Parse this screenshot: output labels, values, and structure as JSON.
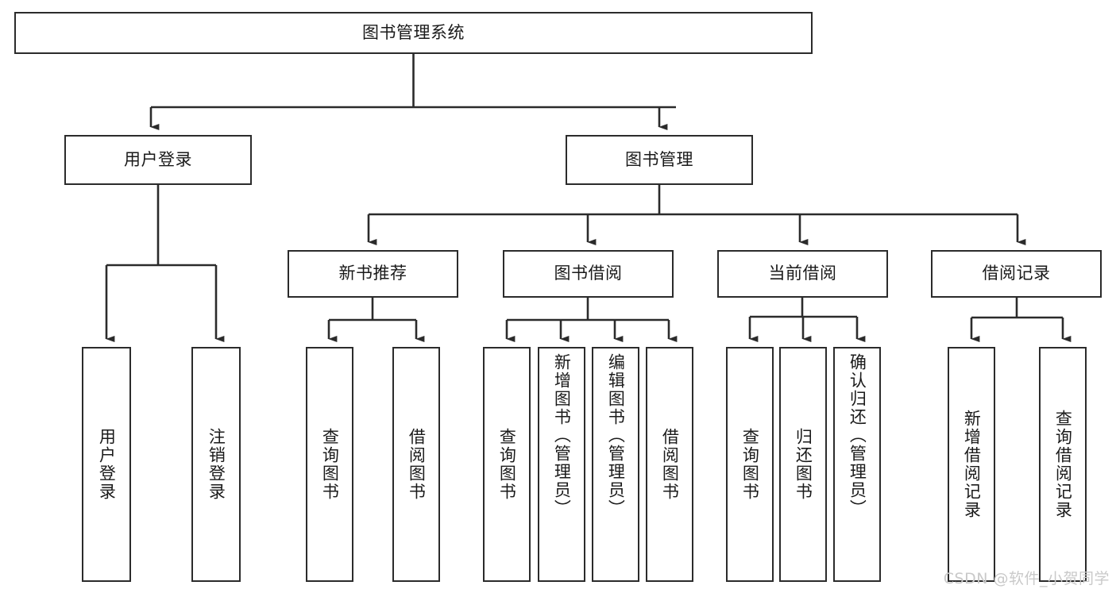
{
  "diagram": {
    "type": "tree-hierarchy",
    "title": "图书管理系统",
    "orientation": "top-down",
    "background_color": "#ffffff",
    "box_border_color": "#2b2b2b",
    "connector_color": "#2b2b2b",
    "text_color": "#1a1a1a",
    "root": {
      "id": "root",
      "label": "图书管理系统",
      "text_direction": "horizontal"
    },
    "level2": [
      {
        "id": "user-login",
        "label": "用户登录",
        "text_direction": "horizontal"
      },
      {
        "id": "book-manage",
        "label": "图书管理",
        "text_direction": "horizontal"
      }
    ],
    "level3": [
      {
        "id": "new-book-recommend",
        "label": "新书推荐",
        "parent": "book-manage",
        "text_direction": "horizontal"
      },
      {
        "id": "book-borrow",
        "label": "图书借阅",
        "parent": "book-manage",
        "text_direction": "horizontal"
      },
      {
        "id": "current-borrow",
        "label": "当前借阅",
        "parent": "book-manage",
        "text_direction": "horizontal"
      },
      {
        "id": "borrow-record",
        "label": "借阅记录",
        "parent": "book-manage",
        "text_direction": "horizontal"
      }
    ],
    "leaves": [
      {
        "id": "leaf-user-login",
        "label": "用户登录",
        "parent": "user-login",
        "text_direction": "vertical"
      },
      {
        "id": "leaf-user-logout",
        "label": "注销登录",
        "parent": "user-login",
        "text_direction": "vertical"
      },
      {
        "id": "leaf-query-book-1",
        "label": "查询图书",
        "parent": "new-book-recommend",
        "text_direction": "vertical"
      },
      {
        "id": "leaf-borrow-book-1",
        "label": "借阅图书",
        "parent": "new-book-recommend",
        "text_direction": "vertical"
      },
      {
        "id": "leaf-query-book-2",
        "label": "查询图书",
        "parent": "book-borrow",
        "text_direction": "vertical"
      },
      {
        "id": "leaf-add-book",
        "label": "新增图书（管理员）",
        "parent": "book-borrow",
        "text_direction": "vertical"
      },
      {
        "id": "leaf-edit-book",
        "label": "编辑图书（管理员）",
        "parent": "book-borrow",
        "text_direction": "vertical"
      },
      {
        "id": "leaf-borrow-book-2",
        "label": "借阅图书",
        "parent": "book-borrow",
        "text_direction": "vertical"
      },
      {
        "id": "leaf-query-book-3",
        "label": "查询图书",
        "parent": "current-borrow",
        "text_direction": "vertical"
      },
      {
        "id": "leaf-return-book",
        "label": "归还图书",
        "parent": "current-borrow",
        "text_direction": "vertical"
      },
      {
        "id": "leaf-confirm-return",
        "label": "确认归还（管理员）",
        "parent": "current-borrow",
        "text_direction": "vertical"
      },
      {
        "id": "leaf-add-record",
        "label": "新增借阅记录",
        "parent": "borrow-record",
        "text_direction": "vertical"
      },
      {
        "id": "leaf-query-record",
        "label": "查询借阅记录",
        "parent": "borrow-record",
        "text_direction": "vertical"
      }
    ]
  },
  "watermark": {
    "text": "CSDN @软件_小贺同学",
    "color": "#c9c9c9"
  }
}
